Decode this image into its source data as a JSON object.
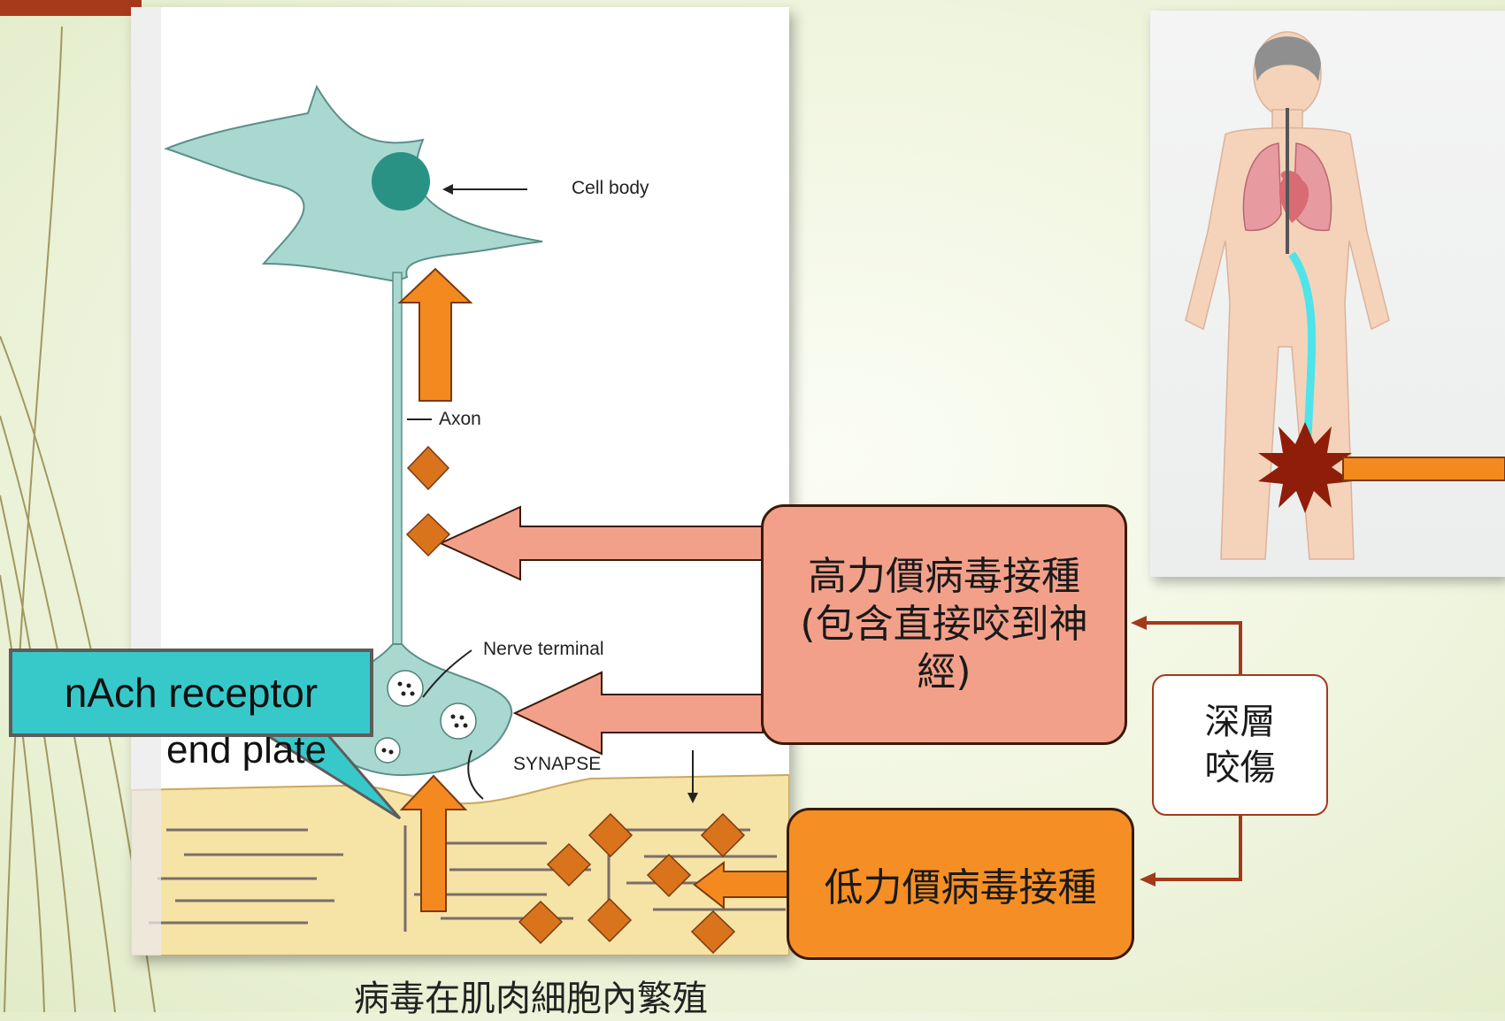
{
  "neuron_figure": {
    "cell_body_label": "Cell body",
    "axon_label": "Axon",
    "nerve_terminal_label": "Nerve terminal",
    "synapse_label": "SYNAPSE",
    "end_plate_label": "end plate"
  },
  "callouts": {
    "high_titer_inoculation": "高力價病毒接種\n(包含直接咬到神經)",
    "low_titer_inoculation": "低力價病毒接種",
    "deep_bite": "深層\n咬傷",
    "nach_receptor": "nAch receptor"
  },
  "caption": "病毒在肌肉細胞內繁殖",
  "colors": {
    "orange_arrow": "#f48a1f",
    "salmon_arrow": "#f3a08a",
    "diamond": "#d9731c",
    "neuron_fill": "#a9d8d0",
    "nucleus": "#2a9284",
    "muscle_fill": "#f6e3a6",
    "teal_callout": "#37c9ca",
    "connector": "#a33a1c",
    "bite_mark": "#8e1e0a",
    "virus_path": "#4fe3ea"
  }
}
